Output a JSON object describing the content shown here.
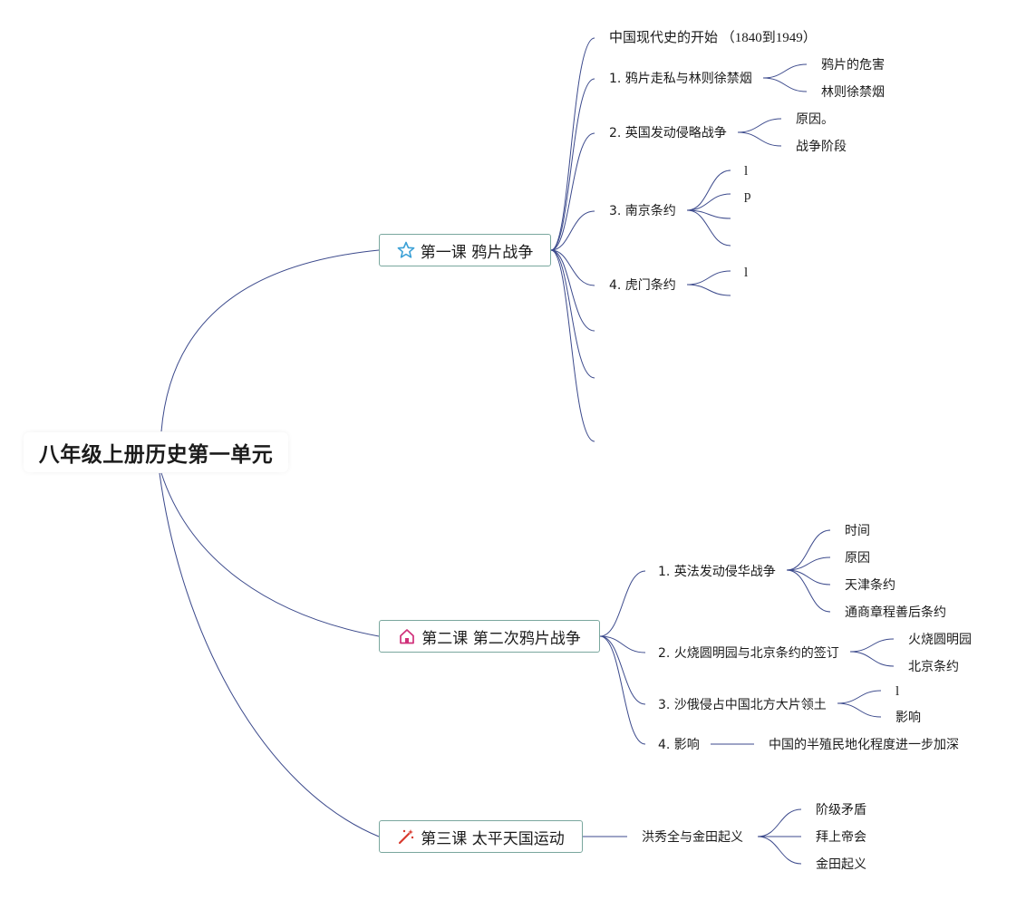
{
  "root": {
    "label": "八年级上册历史第一单元"
  },
  "lessons": [
    {
      "title": "第一课 鸦片战争",
      "icon": "star-icon",
      "items": [
        {
          "label": "中国现代史的开始 （1840到1949）",
          "children": []
        },
        {
          "label": "1. 鸦片走私与林则徐禁烟",
          "children": [
            "鸦片的危害",
            "林则徐禁烟"
          ]
        },
        {
          "label": "2. 英国发动侵略战争",
          "children": [
            "原因。",
            "战争阶段"
          ]
        },
        {
          "label": "3. 南京条约",
          "children": [
            "l",
            "p",
            "",
            ""
          ]
        },
        {
          "label": "4. 虎门条约",
          "children": [
            "l",
            ""
          ]
        },
        {
          "label": "",
          "children": []
        },
        {
          "label": "",
          "children": []
        },
        {
          "label": "",
          "children": []
        }
      ]
    },
    {
      "title": "第二课 第二次鸦片战争",
      "icon": "home-icon",
      "items": [
        {
          "label": "1. 英法发动侵华战争",
          "children": [
            "时间",
            "原因",
            "天津条约",
            "通商章程善后条约"
          ]
        },
        {
          "label": "2. 火烧圆明园与北京条约的签订",
          "children": [
            "火烧圆明园",
            "北京条约"
          ]
        },
        {
          "label": "3. 沙俄侵占中国北方大片领土",
          "children": [
            "l",
            "影响"
          ]
        },
        {
          "label": "4. 影响",
          "children": [
            "中国的半殖民地化程度进一步加深"
          ]
        }
      ]
    },
    {
      "title": "第三课 太平天国运动",
      "icon": "magic-wand-icon",
      "items": [
        {
          "label": "洪秀全与金田起义",
          "children": [
            "阶级矛盾",
            "拜上帝会",
            "金田起义"
          ]
        }
      ]
    }
  ],
  "colors": {
    "line": "#3c4a8c",
    "topic_border": "#7aa79e",
    "star": "#3aa0d6",
    "home": "#d0307a",
    "wand": "#d83a2e"
  }
}
